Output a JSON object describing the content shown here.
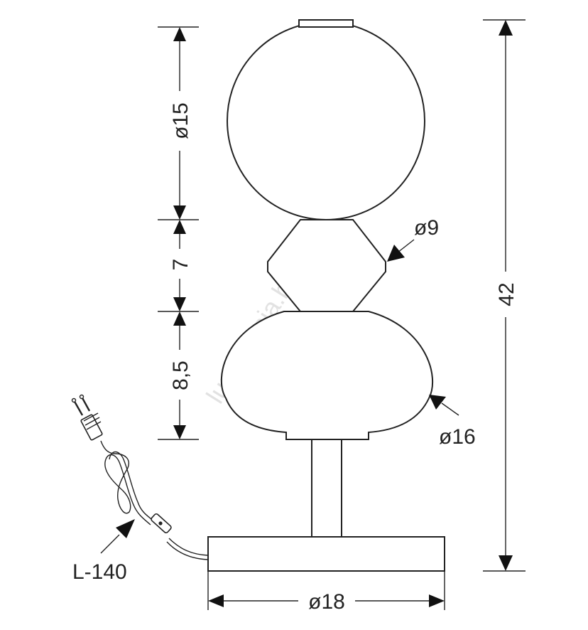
{
  "dimensions": {
    "globe_diameter": "ø15",
    "middle_height": "7",
    "middle_diameter": "ø9",
    "lower_height": "8,5",
    "lower_diameter": "ø16",
    "total_height": "42",
    "base_diameter": "ø18",
    "cable_length": "L-140"
  },
  "watermark": "lumimania.be",
  "colors": {
    "line": "#222222",
    "watermark": "#cccccc"
  }
}
